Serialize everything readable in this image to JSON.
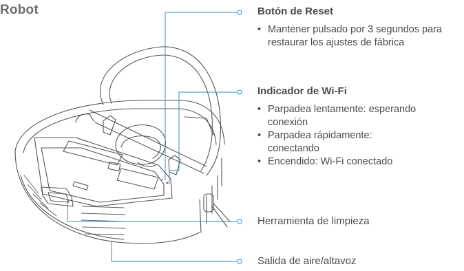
{
  "title": "Robot",
  "callouts": {
    "reset": {
      "title": "Botón de Reset",
      "items": [
        "Mantener pulsado por 3 segundos para restaurar los ajustes de fábrica"
      ]
    },
    "wifi": {
      "title": "Indicador de Wi-Fi",
      "items": [
        "Parpadea lentamente: esperando conexión",
        "Parpadea rápidamente: conectando",
        "Encendido: Wi-Fi conectado"
      ]
    },
    "cleaning_tool": {
      "title": "Herramienta de limpieza"
    },
    "air_outlet": {
      "title": "Salida de aire/altavoz"
    }
  },
  "colors": {
    "leader": "#2b8fd6",
    "outline": "#555555",
    "text": "#4a4a4a",
    "led": "#e0245e"
  },
  "bullet_glyph": "•"
}
